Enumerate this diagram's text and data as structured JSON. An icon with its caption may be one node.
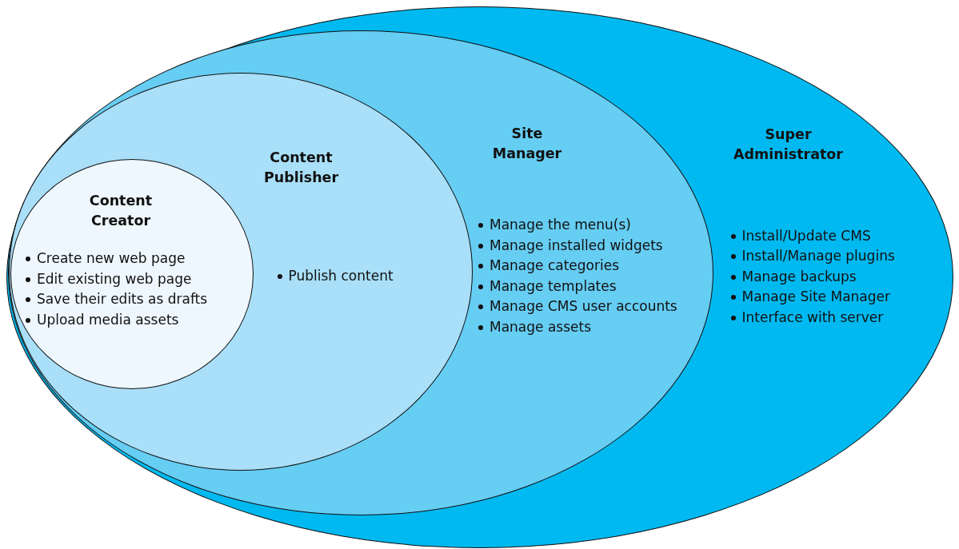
{
  "diagram": {
    "nodes": [
      {
        "text": [
          "Super Administrator",
          "Install/Update CMS",
          "Install/Manage plugins",
          "Manage backups",
          "Manage Site Manager",
          "Interface with server"
        ]
      },
      {
        "text": [
          "Site Manager",
          "Manage the menu(s)",
          "Manage installed widgets",
          "Manage categories",
          "Manage templates",
          "Manage CMS user accounts",
          "Manage assets"
        ],
        "in": 0
      },
      {
        "text": [
          "Content Publisher",
          "Publish content"
        ],
        "in": 1
      },
      {
        "text": [
          "Content Creator",
          "Create new web page",
          "Edit existing web page",
          "Save their edits as drafts",
          "Upload media assets"
        ],
        "in": 2
      }
    ]
  }
}
